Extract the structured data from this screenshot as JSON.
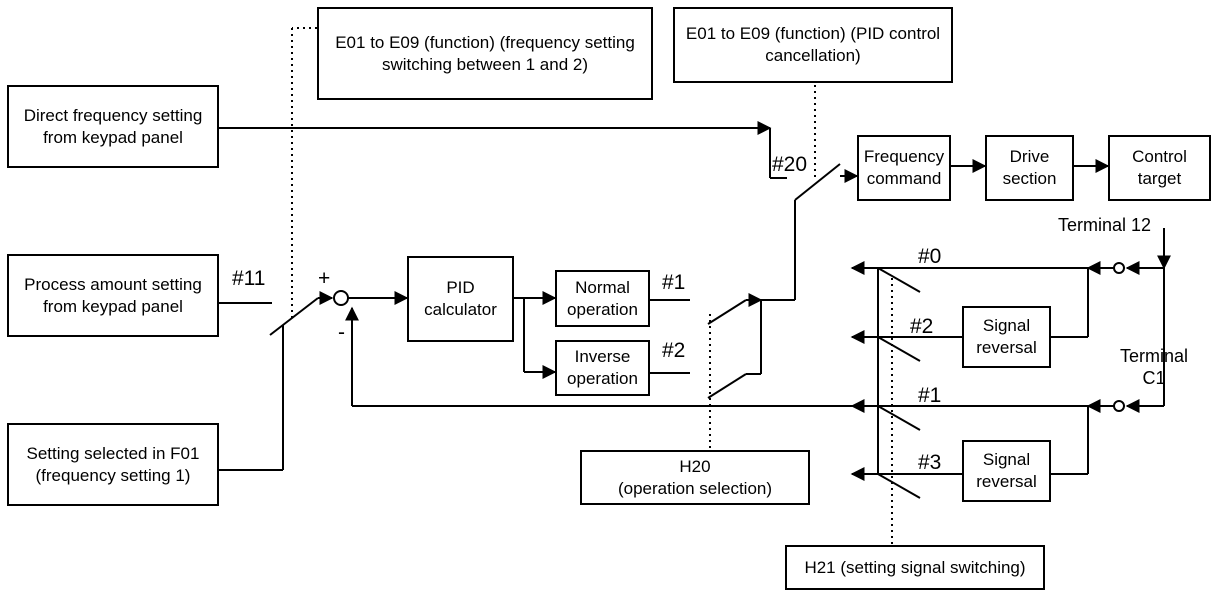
{
  "boxes": {
    "freq_switch": "E01 to E09 (function) (frequency setting\nswitching between 1 and 2)",
    "pid_cancel": "E01 to E09 (function) (PID control\ncancellation)",
    "direct_freq": "Direct frequency setting\nfrom keypad panel",
    "process_amount": "Process amount setting\nfrom keypad panel",
    "setting_f01": "Setting selected in F01\n(frequency setting 1)",
    "pid_calc": "PID\ncalculator",
    "normal_op": "Normal\noperation",
    "inverse_op": "Inverse\noperation",
    "freq_command": "Frequency\ncommand",
    "drive_section": "Drive\nsection",
    "control_target": "Control\ntarget",
    "signal_rev_1": "Signal\nreversal",
    "signal_rev_2": "Signal\nreversal",
    "h20": "H20\n(operation selection)",
    "h21": "H21 (setting signal switching)"
  },
  "labels": {
    "sw20": "#20",
    "sw11": "#11",
    "plus": "+",
    "minus": "-",
    "op1": "#1",
    "op2": "#2",
    "sig0": "#0",
    "sig2": "#2",
    "sig1": "#1",
    "sig3": "#3",
    "terminal12": "Terminal 12",
    "terminal_c1": "Terminal\nC1"
  }
}
